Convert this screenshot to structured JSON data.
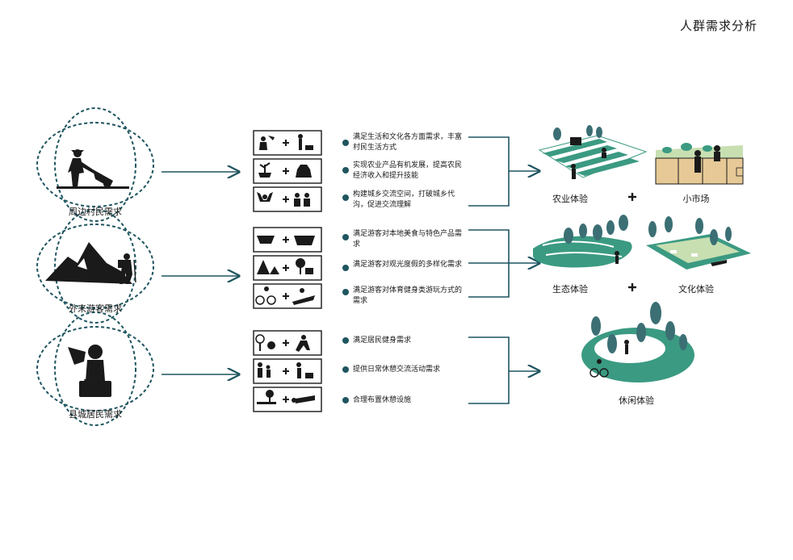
{
  "title": "人群需求分析",
  "colors": {
    "teal": "#1f5560",
    "green": "#3b9a82",
    "light_green": "#c8dfb2",
    "dark": "#1a1a1a"
  },
  "groups": [
    {
      "label": "周边村民需求",
      "icon": "farmer-plowing-icon",
      "icon_rows": [
        {
          "left": "shower-icon",
          "right": "person-with-dog-icon"
        },
        {
          "left": "plant-in-hand-icon",
          "right": "money-bag-icon"
        },
        {
          "left": "raised-hands-icon",
          "right": "people-talking-icon"
        }
      ],
      "needs": [
        "满足生活和文化各方面需求，丰富村民生活方式",
        "实现农业产品有机发展，提高农民经济收入和提升技能",
        "构建城乡交流空间，打破城乡代沟，促进交流理解"
      ]
    },
    {
      "label": "外来游客需求",
      "icon": "hiker-mountain-icon",
      "icon_rows": [
        {
          "left": "noodle-bowl-icon",
          "right": "basket-icon"
        },
        {
          "left": "camping-icon",
          "right": "deer-tree-icon"
        },
        {
          "left": "cyclist-icon",
          "right": "kayak-icon"
        }
      ],
      "needs": [
        "满足游客对本地美食与特色产品需求",
        "满足游客对观光度假的多样化需求",
        "满足游客对体育健身类游玩方式的需求"
      ]
    },
    {
      "label": "县城居民需求",
      "icon": "reader-sitting-icon",
      "icon_rows": [
        {
          "left": "sports-equipment-icon",
          "right": "runner-icon"
        },
        {
          "left": "family-icon",
          "right": "dog-walker-icon"
        },
        {
          "left": "bench-tree-icon",
          "right": "lying-person-icon"
        }
      ],
      "needs": [
        "满足居民健身需求",
        "提供日常休憩交流活动需求",
        "合理布置休憩设施"
      ]
    }
  ],
  "plus_sign": "+",
  "experiences": {
    "row1": [
      "农业体验",
      "小市场"
    ],
    "row2": [
      "生态体验",
      "文化体验"
    ],
    "row3": [
      "休闲体验"
    ]
  }
}
